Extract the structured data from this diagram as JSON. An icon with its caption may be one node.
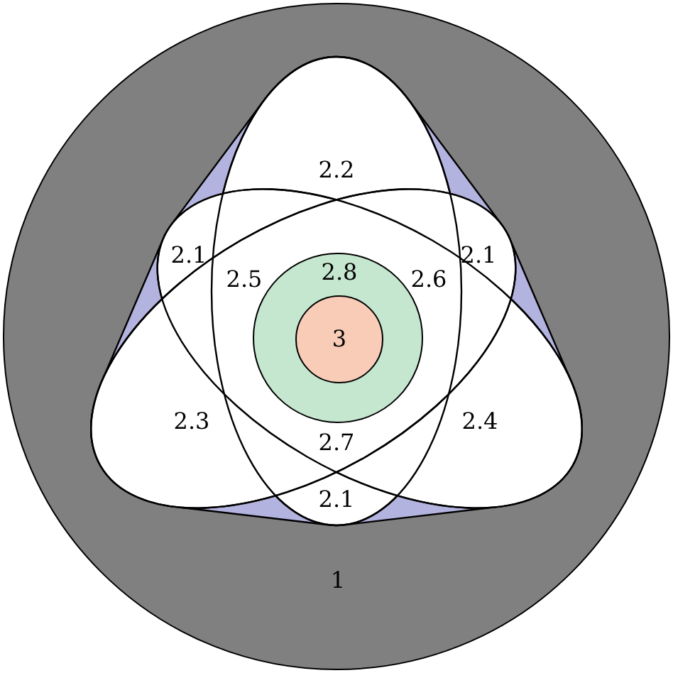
{
  "diagram": {
    "nodes": [
      {
        "text": [
          "1"
        ]
      },
      {
        "text": [
          "2.8"
        ],
        "in": 0
      },
      {
        "text": [
          "3"
        ],
        "in": 1
      }
    ],
    "labels": [
      "2.2",
      "2.1",
      "2.1",
      "2.5",
      "2.6",
      "2.3",
      "2.4",
      "2.7",
      "2.1"
    ]
  }
}
